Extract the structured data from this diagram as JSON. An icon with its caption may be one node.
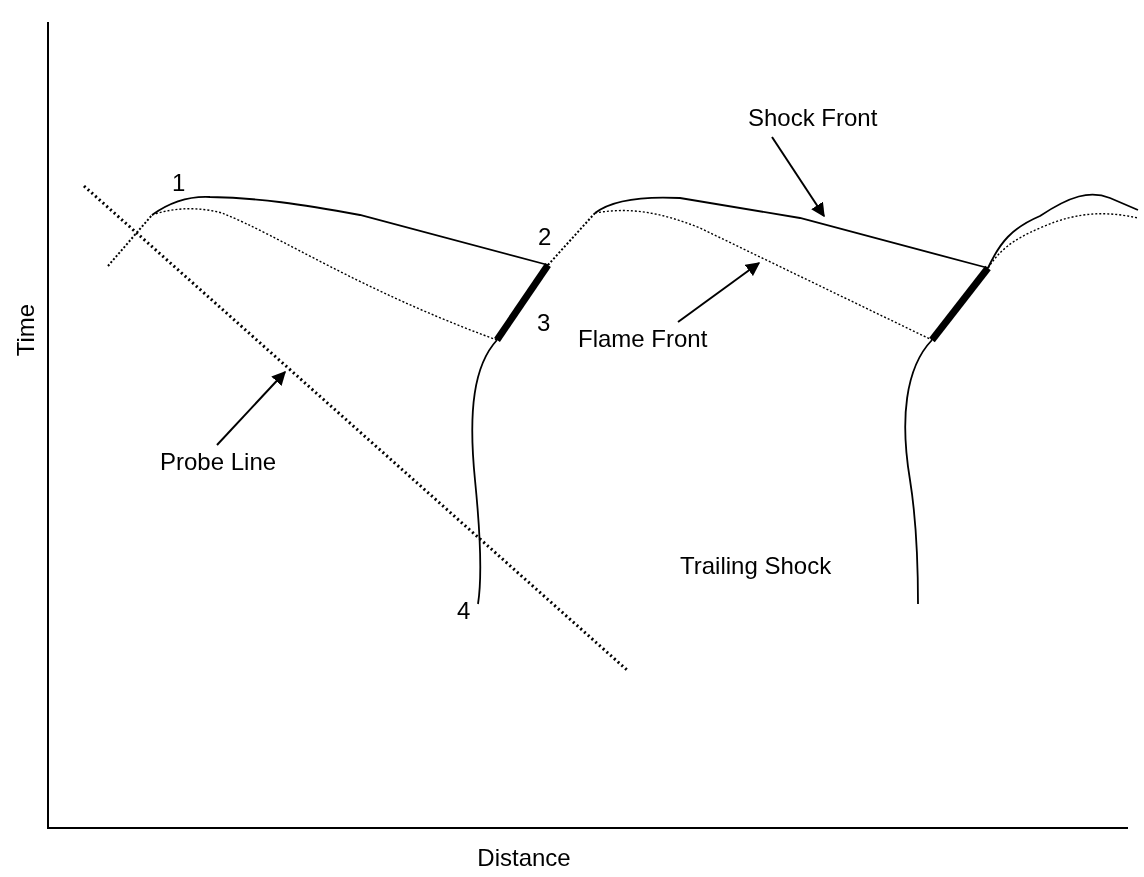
{
  "diagram": {
    "nodes": [
      {
        "text": [
          "Shock Front"
        ]
      },
      {
        "text": [
          "Flame Front"
        ]
      },
      {
        "text": [
          "Probe Line"
        ]
      }
    ],
    "edges": [
      {
        "from": 0,
        "to": null,
        "arrow": "to"
      },
      {
        "from": 1,
        "to": null,
        "arrow": "to"
      },
      {
        "from": 2,
        "to": null,
        "arrow": "to"
      }
    ],
    "labels": [
      "1",
      "2",
      "3",
      "4",
      "Trailing Shock",
      "Time",
      "Distance"
    ]
  }
}
